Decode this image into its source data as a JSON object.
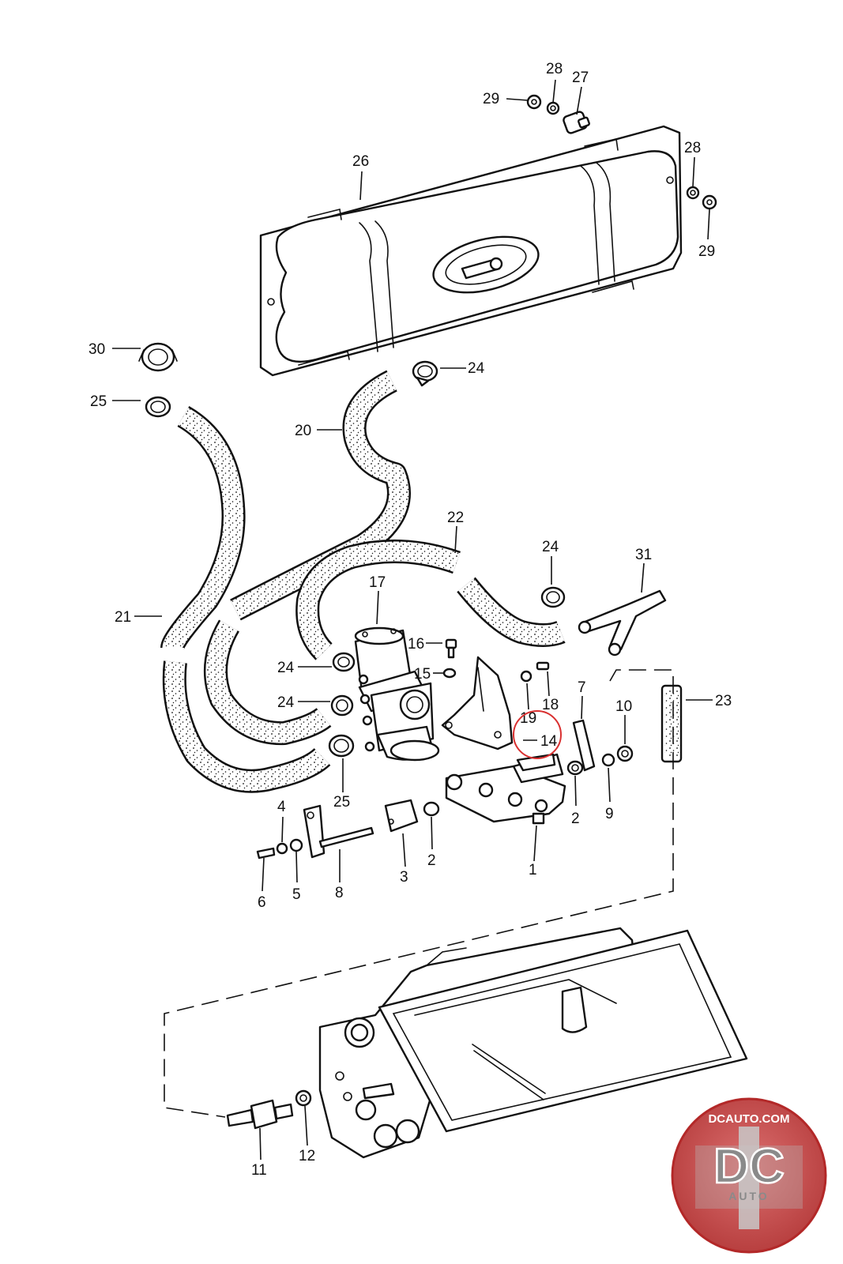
{
  "callouts": {
    "c1": "1",
    "c2a": "2",
    "c2b": "2",
    "c3": "3",
    "c4": "4",
    "c5": "5",
    "c6": "6",
    "c7": "7",
    "c8": "8",
    "c9": "9",
    "c10": "10",
    "c11": "11",
    "c12": "12",
    "c14": "14",
    "c15": "15",
    "c16": "16",
    "c17": "17",
    "c18": "18",
    "c19": "19",
    "c20": "20",
    "c21": "21",
    "c22": "22",
    "c23": "23",
    "c24a": "24",
    "c24b": "24",
    "c24c": "24",
    "c24d": "24",
    "c25a": "25",
    "c25b": "25",
    "c26": "26",
    "c27": "27",
    "c28a": "28",
    "c28b": "28",
    "c29a": "29",
    "c29b": "29",
    "c30": "30",
    "c31": "31"
  },
  "highlight": {
    "part": "14",
    "color": "#d93030"
  },
  "watermark": {
    "site": "DCAUTO.COM",
    "letters": "DC",
    "sub": "AUTO",
    "primary_color": "#c62f2f",
    "secondary_color": "#9a9a9a"
  },
  "icons": [
    "fuel-tank-icon",
    "hose-icon",
    "clamp-icon",
    "fuel-distributor-icon",
    "air-sensor-plate-icon",
    "intake-housing-icon"
  ]
}
